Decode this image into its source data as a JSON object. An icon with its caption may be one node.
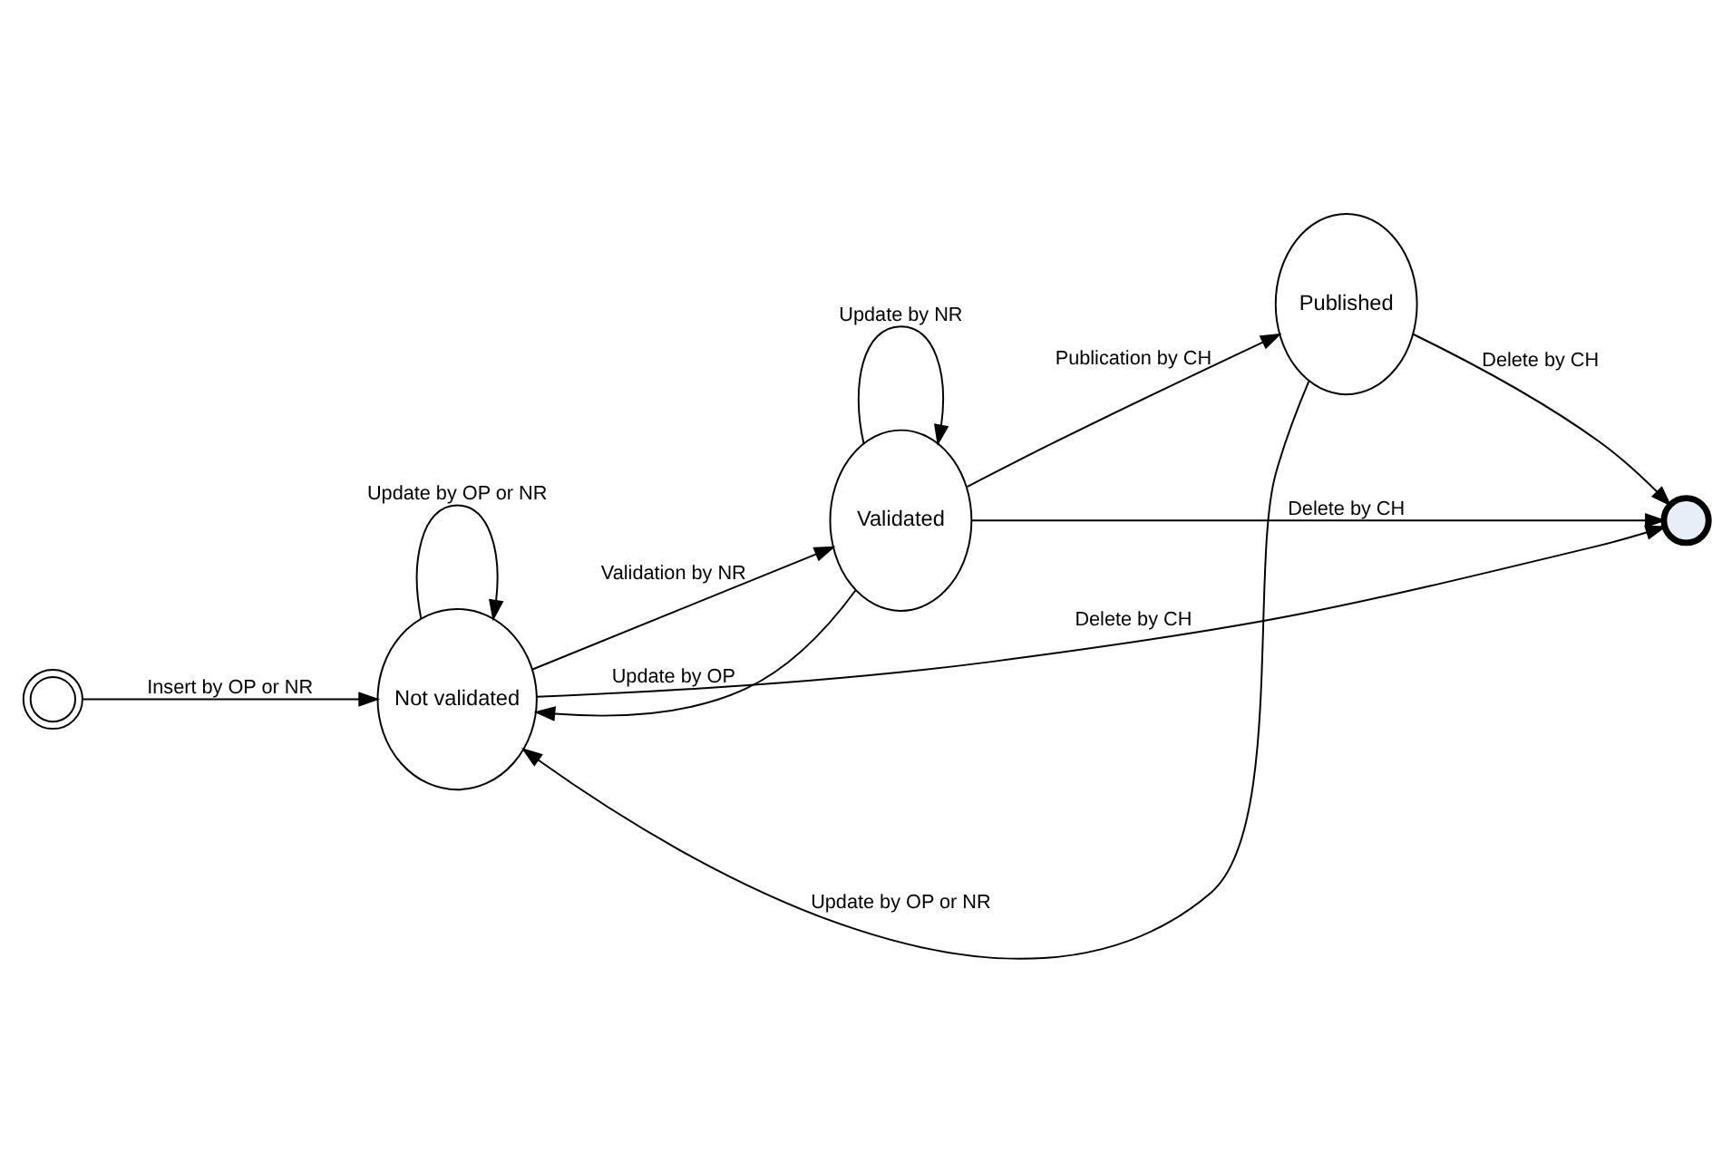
{
  "diagram": {
    "nodes": [
      {
        "text": [],
        "shape": "circle"
      },
      {
        "text": [
          "Not validated"
        ]
      },
      {
        "text": [
          "Validated"
        ]
      },
      {
        "text": [
          "Published"
        ]
      },
      {
        "text": [],
        "shape": "circle"
      }
    ],
    "edges": [
      {
        "from": 0,
        "to": 1,
        "arrow": "to",
        "label": "Insert by OP or NR"
      },
      {
        "from": 1,
        "to": 2,
        "arrow": "to",
        "label": "Validation by NR"
      },
      {
        "from": 2,
        "to": 3,
        "arrow": "to",
        "label": "Publication by CH"
      },
      {
        "from": 3,
        "to": 1,
        "arrow": "to",
        "label": "Update by OP or NR"
      },
      {
        "from": 2,
        "to": 1,
        "arrow": "to",
        "label": "Update by OP"
      },
      {
        "from": 1,
        "to": 1,
        "arrow": "to",
        "label": "Update by OP or NR"
      },
      {
        "from": 2,
        "to": 2,
        "arrow": "to",
        "label": "Update by NR"
      },
      {
        "from": 1,
        "to": 4,
        "arrow": "to",
        "label": "Delete by CH"
      },
      {
        "from": 2,
        "to": 4,
        "arrow": "to",
        "label": "Delete by CH"
      },
      {
        "from": 3,
        "to": 4,
        "arrow": "to",
        "label": "Delete by CH"
      }
    ]
  }
}
